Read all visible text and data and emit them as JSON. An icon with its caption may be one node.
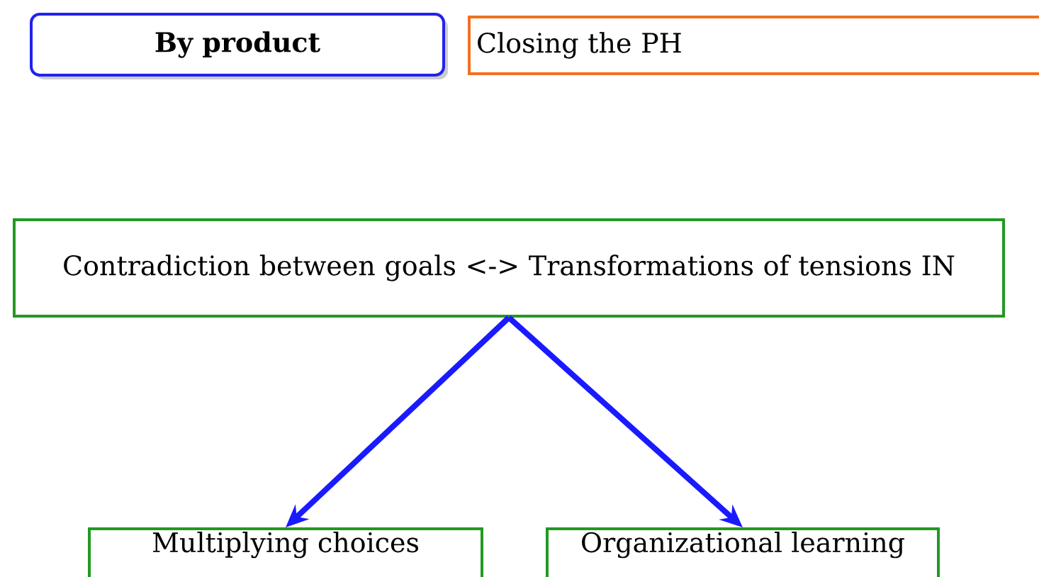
{
  "diagram": {
    "nodes": [
      {
        "text": [
          "By product"
        ]
      },
      {
        "text": [
          "Closing the PH"
        ]
      },
      {
        "text": [
          "Contradiction between goals <-> Transformations of tensions IN"
        ]
      },
      {
        "text": [
          "Multiplying choices"
        ]
      },
      {
        "text": [
          "Organizational learning"
        ]
      }
    ],
    "edges": [
      {
        "from": 2,
        "to": 3,
        "arrow": "to"
      },
      {
        "from": 2,
        "to": 4,
        "arrow": "to"
      }
    ]
  }
}
